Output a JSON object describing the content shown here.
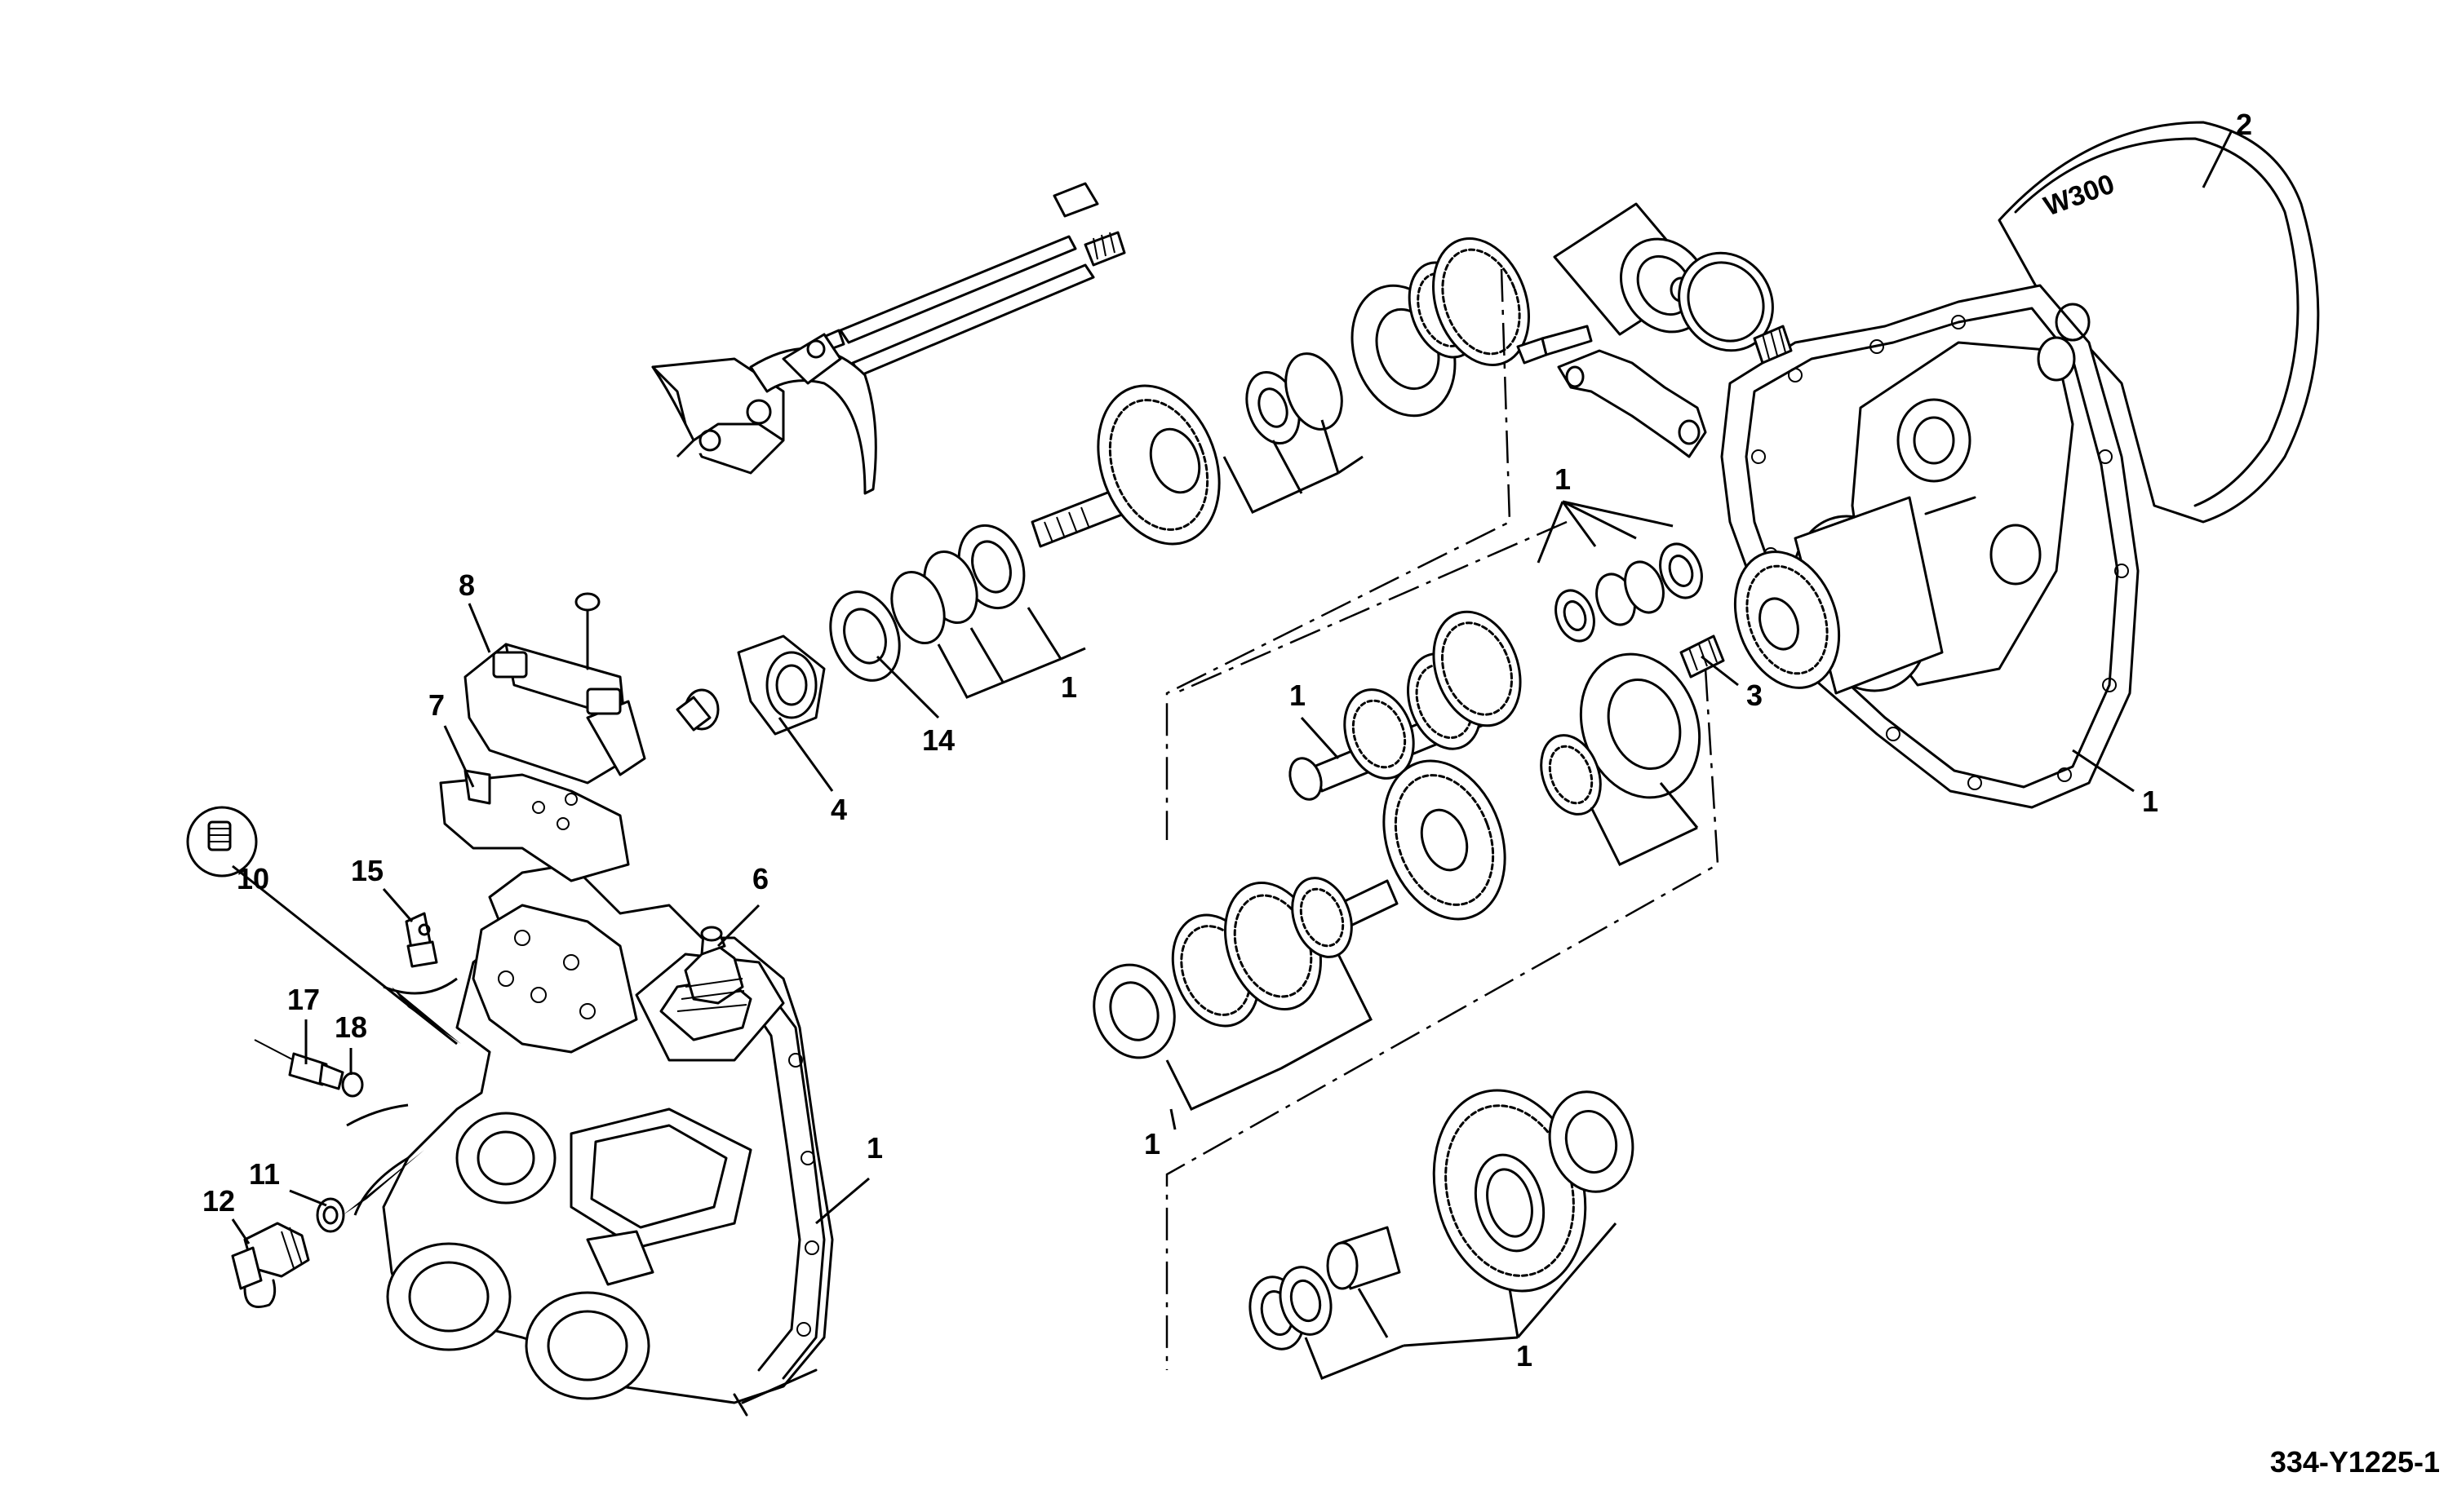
{
  "diagram": {
    "reference_code": "334-Y1225-1",
    "callouts": [
      {
        "id": "c1a",
        "label": "1"
      },
      {
        "id": "c1b",
        "label": "1"
      },
      {
        "id": "c1c",
        "label": "1"
      },
      {
        "id": "c1d",
        "label": "1"
      },
      {
        "id": "c1e",
        "label": "1"
      },
      {
        "id": "c1f",
        "label": "1"
      },
      {
        "id": "c1g",
        "label": "1"
      },
      {
        "id": "c2",
        "label": "2"
      },
      {
        "id": "c3",
        "label": "3"
      },
      {
        "id": "c4",
        "label": "4"
      },
      {
        "id": "c6",
        "label": "6"
      },
      {
        "id": "c7",
        "label": "7"
      },
      {
        "id": "c8",
        "label": "8"
      },
      {
        "id": "c10",
        "label": "10"
      },
      {
        "id": "c11",
        "label": "11"
      },
      {
        "id": "c12",
        "label": "12"
      },
      {
        "id": "c14",
        "label": "14"
      },
      {
        "id": "c15",
        "label": "15"
      },
      {
        "id": "c17",
        "label": "17"
      },
      {
        "id": "c18",
        "label": "18"
      }
    ],
    "housing_marking": "W300"
  }
}
